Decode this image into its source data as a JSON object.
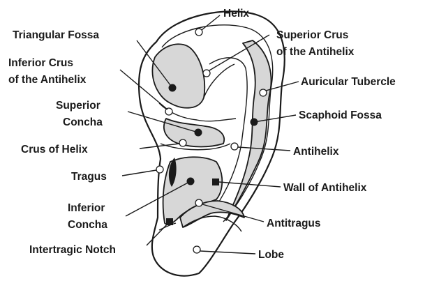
{
  "colors": {
    "outline": "#1a1a1a",
    "shaded_region": "#d7d7d7",
    "background": "#ffffff",
    "marker_filled": "#1a1a1a",
    "marker_open": "#ffffff"
  },
  "labels": {
    "helix": "Helix",
    "triangular_fossa": "Triangular Fossa",
    "superior_crus_line1": "Superior Crus",
    "superior_crus_line2": "of the Antihelix",
    "inferior_crus_line1": "Inferior Crus",
    "inferior_crus_line2": "of the Antihelix",
    "auricular_tubercle": "Auricular Tubercle",
    "superior_concha_line1": "Superior",
    "superior_concha_line2": "Concha",
    "scaphoid_fossa": "Scaphoid Fossa",
    "crus_of_helix": "Crus of Helix",
    "antihelix": "Antihelix",
    "tragus": "Tragus",
    "wall_of_antihelix": "Wall of Antihelix",
    "inferior_concha_line1": "Inferior",
    "inferior_concha_line2": "Concha",
    "antitragus": "Antitragus",
    "intertragic_notch": "Intertragic Notch",
    "lobe": "Lobe"
  },
  "markers": {
    "helix": "open-circle",
    "triangular_fossa": "filled-circle",
    "superior_crus": "open-circle",
    "inferior_crus": "open-circle",
    "auricular_tubercle": "open-circle",
    "superior_concha": "filled-circle",
    "scaphoid_fossa": "filled-circle",
    "crus_of_helix": "open-circle",
    "antihelix": "open-circle",
    "tragus": "open-circle",
    "wall_of_antihelix": "filled-square",
    "inferior_concha": "filled-circle",
    "antitragus": "open-circle",
    "intertragic_notch": "filled-square",
    "lobe": "open-circle"
  }
}
